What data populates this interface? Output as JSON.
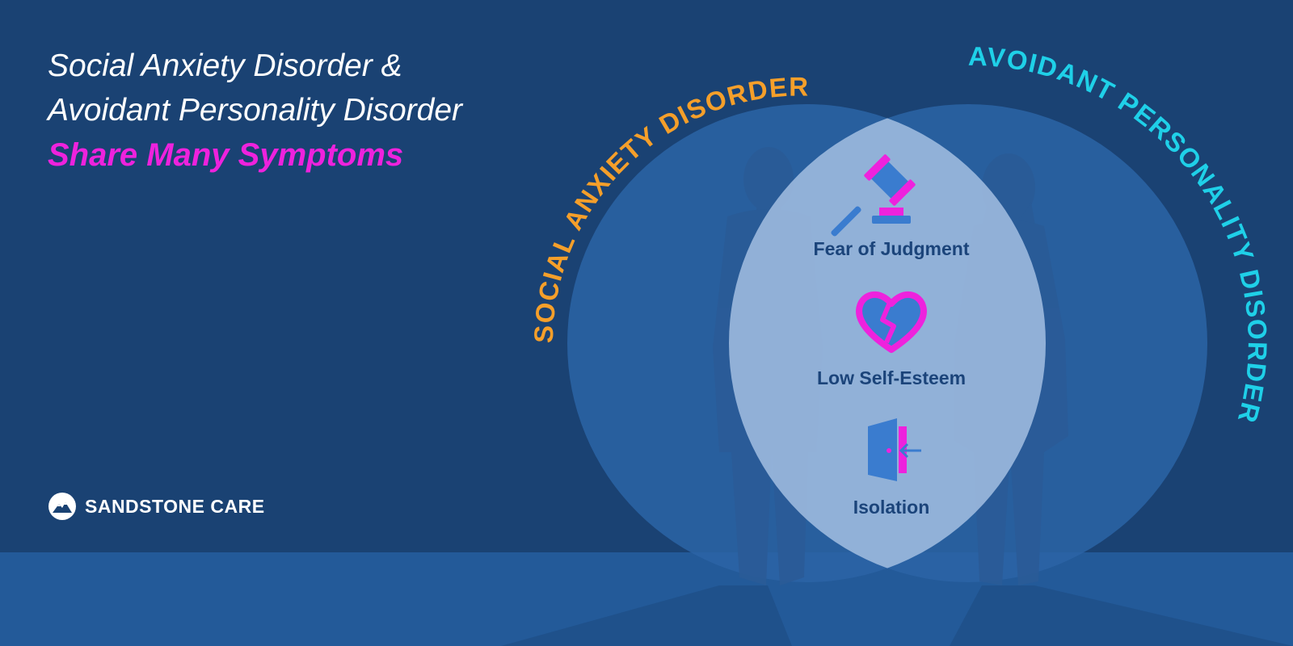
{
  "heading": {
    "line1": "Social Anxiety Disorder &",
    "line2": "Avoidant Personality Disorder",
    "accent": "Share Many Symptoms"
  },
  "venn": {
    "left_label": "SOCIAL ANXIETY DISORDER",
    "right_label": "AVOIDANT PERSONALITY DISORDER",
    "shared_symptoms": [
      {
        "label": "Fear of Judgment",
        "icon": "gavel-icon"
      },
      {
        "label": "Low Self-Esteem",
        "icon": "broken-heart-icon"
      },
      {
        "label": "Isolation",
        "icon": "door-exit-icon"
      }
    ]
  },
  "brand": {
    "name": "SANDSTONE CARE",
    "icon": "mountain-logo-icon"
  },
  "colors": {
    "background": "#1a4273",
    "floor": "#235a99",
    "left_label": "#f59f2a",
    "right_label": "#1fd0e8",
    "accent": "#ee22dd",
    "overlap": "#9cb9de",
    "symptom_text": "#1b447a"
  }
}
